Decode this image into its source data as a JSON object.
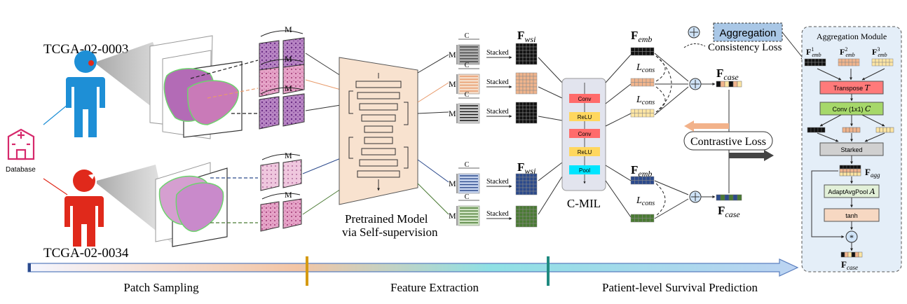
{
  "patients": {
    "top_id": "TCGA-02-0003",
    "bottom_id": "TCGA-02-0034"
  },
  "database_label": "Database",
  "patch_labels": {
    "m": "M",
    "c": "C"
  },
  "stacked_label": "Stacked",
  "features": {
    "wsi": "F",
    "wsi_sub": "wsi",
    "emb": "F",
    "emb_sub": "emb",
    "case": "F",
    "case_sub": "case",
    "agg": "F",
    "agg_sub": "agg"
  },
  "pretrained_model": {
    "line1": "Pretrained Model",
    "line2": "via Self-supervision"
  },
  "cmil": {
    "title": "C-MIL",
    "layers": [
      "Conv",
      "ReLU",
      "Conv",
      "ReLU",
      "Pool"
    ]
  },
  "legend": {
    "aggregation": "Aggregation",
    "consistency_loss": "Consistency Loss"
  },
  "loss": {
    "contrastive": "Contrastive Loss",
    "cons": "L",
    "cons_sub": "cons"
  },
  "aggregation_module": {
    "title": "Aggregation Module",
    "inputs": [
      {
        "base": "F",
        "sup": "1",
        "sub": "emb"
      },
      {
        "base": "F",
        "sup": "2",
        "sub": "emb"
      },
      {
        "base": "F",
        "sup": "3",
        "sub": "emb"
      }
    ],
    "blocks": [
      "Transpose",
      "Conv (1x1)",
      "Starked",
      "AdaptAvgPool",
      "tanh"
    ],
    "block_symbols": [
      "T",
      "C",
      "",
      "A",
      ""
    ],
    "multiply_symbol": "*"
  },
  "stages": [
    "Patch Sampling",
    "Feature Extraction",
    "Patient-level Survival Prediction"
  ],
  "colors": {
    "patient_top": "#1e8fd6",
    "patient_bottom": "#e0291b",
    "database": "#d6286b",
    "peach": "#f5dcc8",
    "orange_feat": "#f0b48c",
    "yellow_feat": "#fde5a3",
    "blue_feat": "#2c4a8c",
    "green_feat": "#4a7a33",
    "black_feat": "#111111",
    "conv": "#ff6b6b",
    "relu": "#ffd75e",
    "pool": "#00e5ff",
    "module_bg": "#e4eef8",
    "transpose": "#ff7a7a",
    "conv1x1": "#a6d86a",
    "starked": "#d0d0d0",
    "adaptpool": "#e2f0d8",
    "tanh": "#f7d8c2",
    "marker_gold": "#d59a13",
    "marker_teal": "#1f8a80"
  }
}
